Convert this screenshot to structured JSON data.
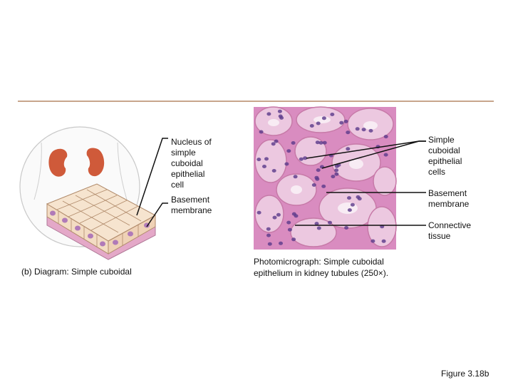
{
  "labels": {
    "nucleus": "Nucleus of\nsimple\ncuboidal\nepithelial\ncell",
    "basement_left": "Basement\nmembrane",
    "cuboidal_cells": "Simple\ncuboidal\nepithelial\ncells",
    "basement_right": "Basement\nmembrane",
    "connective": "Connective\ntissue"
  },
  "captions": {
    "diagram": "(b) Diagram: Simple cuboidal",
    "photo_line1": "Photomicrograph: Simple cuboidal",
    "photo_line2": "epithelium in kidney tubules (250×)."
  },
  "figure_number": "Figure 3.18b",
  "colors": {
    "rule": "#c8a68c",
    "kidney": "#cf5a3a",
    "cell_fill": "#f3dcc3",
    "cell_stroke": "#b08a6a",
    "nucleus": "#b07ab8",
    "connective": "#e4a8c8",
    "tissue_bg": "#d98cc0",
    "tubule": "#ecc8e0",
    "photo_nucleus": "#5a3a8a"
  }
}
